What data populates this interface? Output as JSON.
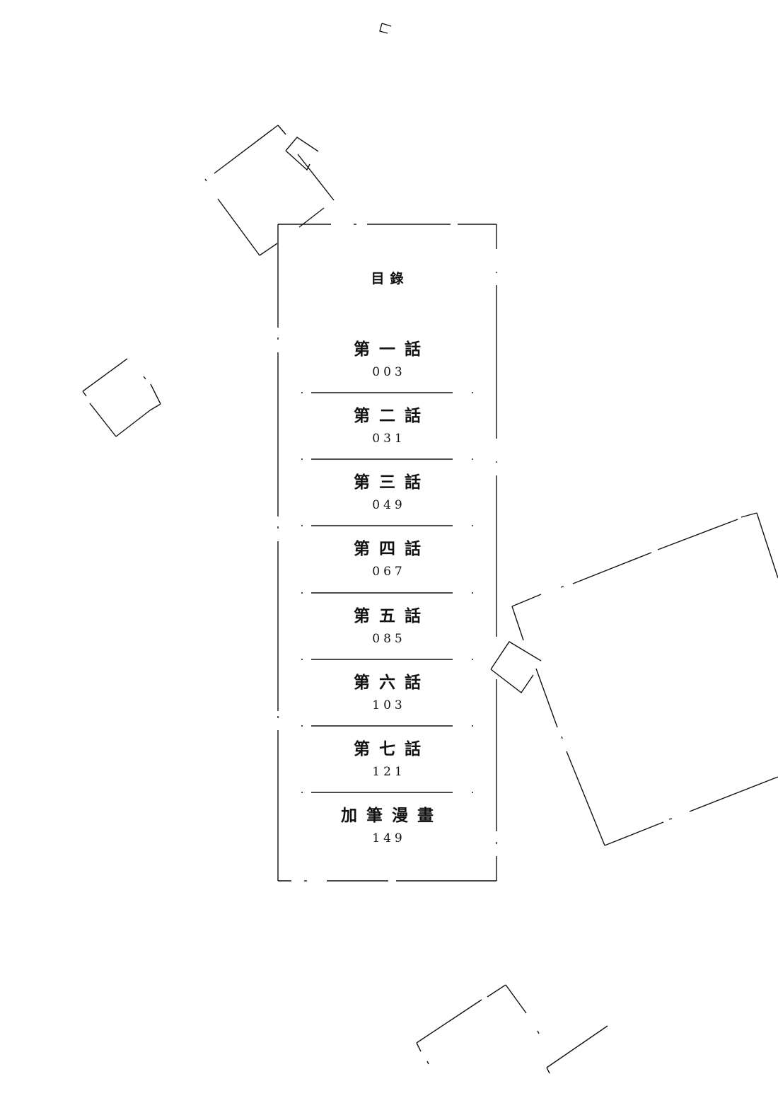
{
  "toc": {
    "title": "目錄",
    "entries": [
      {
        "label": "第一話",
        "page": "003"
      },
      {
        "label": "第二話",
        "page": "031"
      },
      {
        "label": "第三話",
        "page": "049"
      },
      {
        "label": "第四話",
        "page": "067"
      },
      {
        "label": "第五話",
        "page": "085"
      },
      {
        "label": "第六話",
        "page": "103"
      },
      {
        "label": "第七話",
        "page": "121"
      },
      {
        "label": "加筆漫畫",
        "page": "149"
      }
    ]
  },
  "colors": {
    "ink": "#111111",
    "background": "#ffffff"
  }
}
